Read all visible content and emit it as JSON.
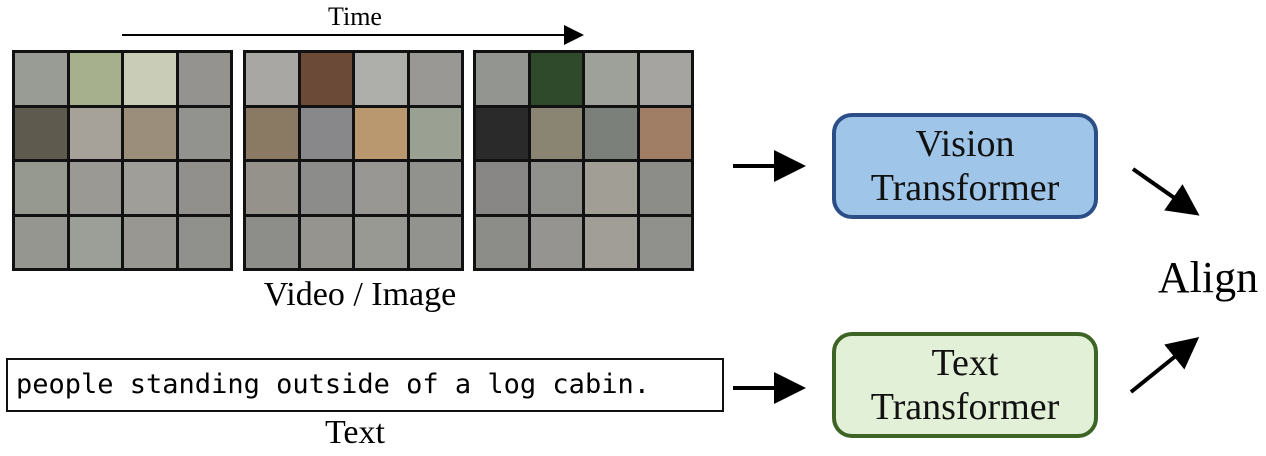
{
  "time_label": "Time",
  "video_label": "Video / Image",
  "caption": "people standing outside of a log cabin.",
  "text_label": "Text",
  "vision_block": {
    "line1": "Vision",
    "line2": "Transformer"
  },
  "text_block": {
    "line1": "Text",
    "line2": "Transformer"
  },
  "align_label": "Align",
  "colors": {
    "vision_fill": "#9fc5e8",
    "vision_border": "#2c4e86",
    "text_fill": "#e1f0d6",
    "text_border": "#3e6425",
    "mask_overlay": "#a0a0a0"
  },
  "frames": [
    {
      "visible_patches": [
        1,
        2,
        4,
        6
      ]
    },
    {
      "visible_patches": [
        1,
        4,
        6,
        7
      ]
    },
    {
      "visible_patches": [
        1,
        4,
        5,
        7
      ]
    }
  ]
}
